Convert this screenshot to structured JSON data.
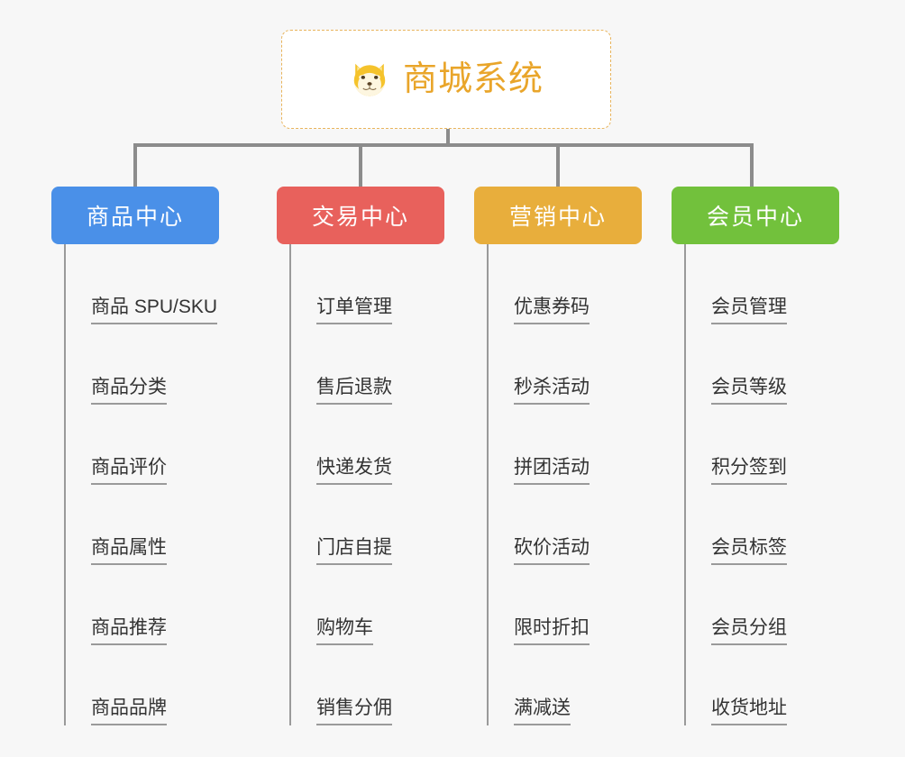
{
  "page": {
    "background_color": "#f7f7f7",
    "type": "mindmap-tree"
  },
  "root": {
    "title": "商城系统",
    "icon": "shiba-dog-icon",
    "text_color": "#e9a52a",
    "border_color": "#e8b45c",
    "background_color": "#ffffff"
  },
  "connector": {
    "color": "#8c8c8c"
  },
  "columns": [
    {
      "header": "商品中心",
      "color": "#4a90e8",
      "items": [
        "商品 SPU/SKU",
        "商品分类",
        "商品评价",
        "商品属性",
        "商品推荐",
        "商品品牌"
      ]
    },
    {
      "header": "交易中心",
      "color": "#e8615c",
      "items": [
        "订单管理",
        "售后退款",
        "快递发货",
        "门店自提",
        "购物车",
        "销售分佣"
      ]
    },
    {
      "header": "营销中心",
      "color": "#e8ae3c",
      "items": [
        "优惠券码",
        "秒杀活动",
        "拼团活动",
        "砍价活动",
        "限时折扣",
        "满减送"
      ]
    },
    {
      "header": "会员中心",
      "color": "#72c13c",
      "items": [
        "会员管理",
        "会员等级",
        "积分签到",
        "会员标签",
        "会员分组",
        "收货地址"
      ]
    }
  ]
}
